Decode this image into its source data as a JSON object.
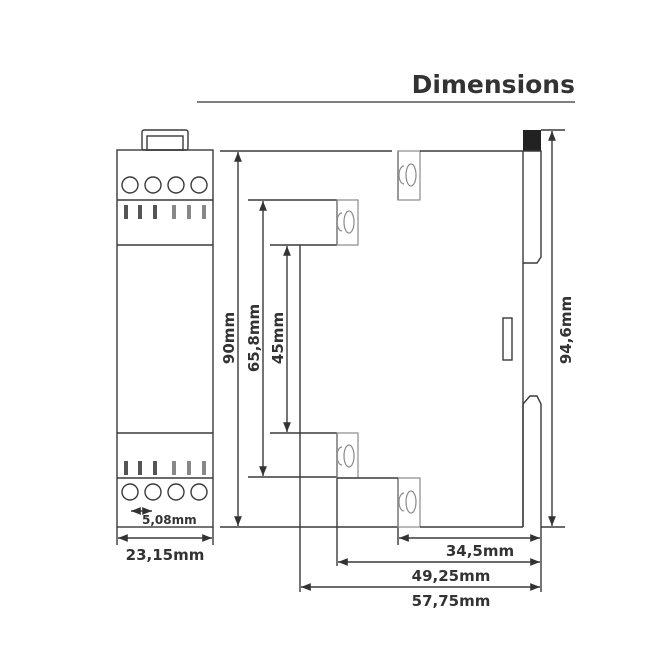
{
  "title": "Dimensions",
  "dimensions": {
    "width": "23,15mm",
    "pitch": "5,08mm",
    "height_total": "90mm",
    "height_mid": "65,8mm",
    "height_front": "45mm",
    "height_rail": "94,6mm",
    "depth_1": "34,5mm",
    "depth_2": "49,25mm",
    "depth_3": "57,75mm"
  }
}
